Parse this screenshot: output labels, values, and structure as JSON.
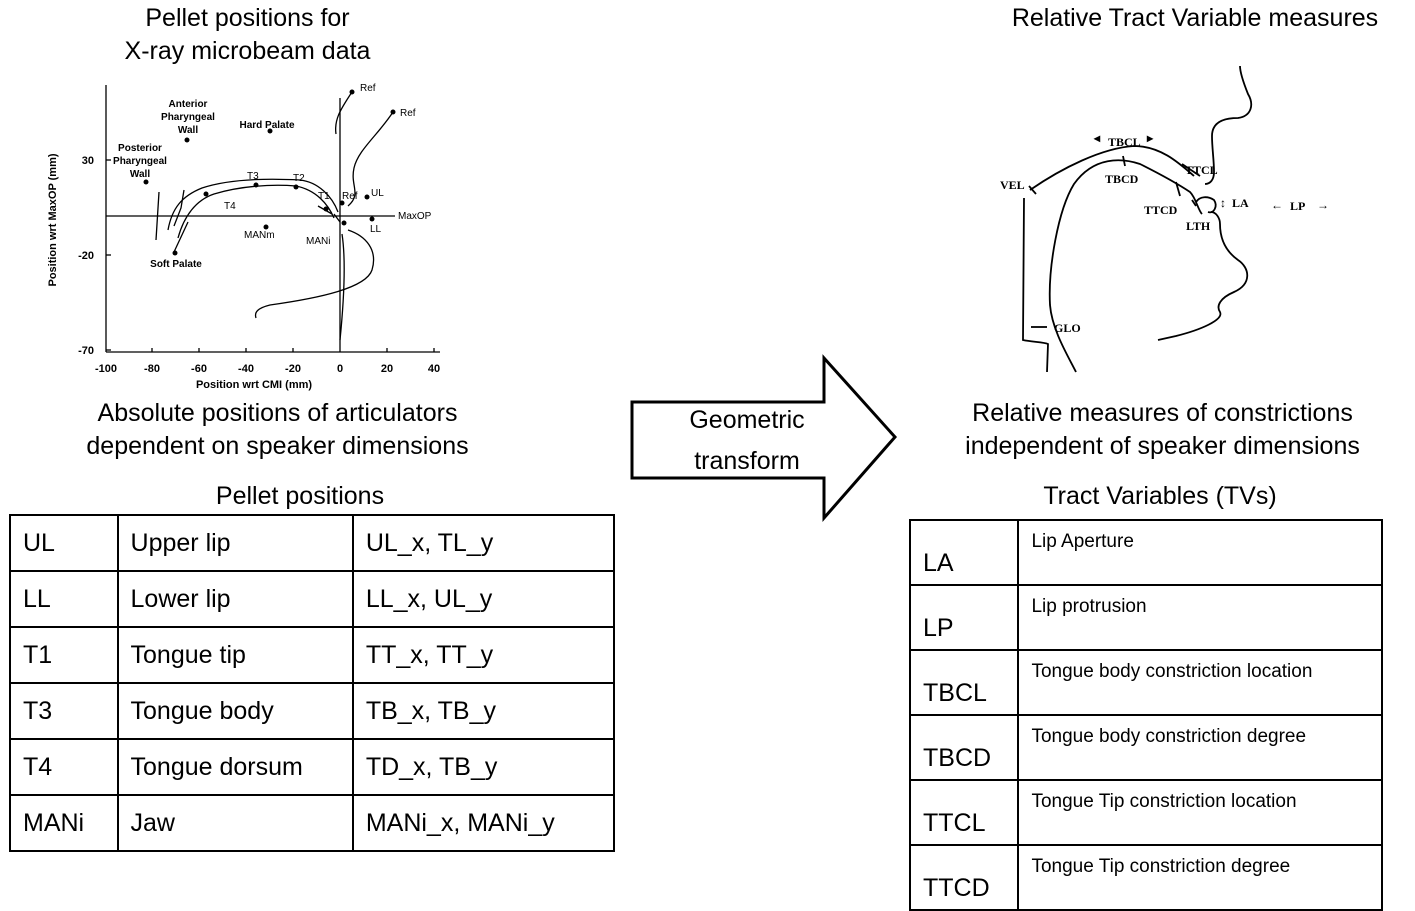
{
  "left": {
    "title": "Pellet positions for\nX-ray microbeam data",
    "plot": {
      "ylabel": "Position wrt MaxOP (mm)",
      "xlabel": "Position wrt CMI (mm)",
      "xticks": [
        "-100",
        "-80",
        "-60",
        "-40",
        "-20",
        "0",
        "20",
        "40"
      ],
      "yticks": [
        "30",
        "-20",
        "-70"
      ],
      "maxop_label": "MaxOP",
      "labels": {
        "anterior": "Anterior\nPharyngeal\nWall",
        "posterior": "Posterior\nPharyngeal\nWall",
        "hard_palate": "Hard Palate",
        "soft_palate": "Soft Palate",
        "t1": "T1",
        "t2": "T2",
        "t3": "T3",
        "t4": "T4",
        "ref1": "Ref",
        "ref2": "Ref",
        "ref3": "Ref",
        "ul": "UL",
        "ll": "LL",
        "mani": "MANi",
        "manm": "MANm"
      }
    },
    "caption": "Absolute positions of articulators\ndependent on speaker dimensions",
    "table_title": "Pellet positions",
    "table": [
      [
        "UL",
        "Upper lip",
        "UL_x, TL_y"
      ],
      [
        "LL",
        "Lower lip",
        "LL_x, UL_y"
      ],
      [
        "T1",
        "Tongue tip",
        "TT_x, TT_y"
      ],
      [
        "T3",
        "Tongue body",
        "TB_x, TB_y"
      ],
      [
        "T4",
        "Tongue dorsum",
        "TD_x, TB_y"
      ],
      [
        "MANi",
        "Jaw",
        "MANi_x, MANi_y"
      ]
    ]
  },
  "arrow": {
    "label": "Geometric\ntransform"
  },
  "right": {
    "title": "Relative Tract Variable measures",
    "diagram_labels": {
      "tbcl": "TBCL",
      "tbcd": "TBCD",
      "ttcl": "TTCL",
      "ttcd": "TTCD",
      "vel": "VEL",
      "la": "LA",
      "lp": "LP",
      "lth": "LTH",
      "glo": "GLO"
    },
    "caption": "Relative measures of constrictions\nindependent of speaker dimensions",
    "table_title": "Tract Variables (TVs)",
    "table": [
      [
        "LA",
        "Lip Aperture"
      ],
      [
        "LP",
        "Lip protrusion"
      ],
      [
        "TBCL",
        "Tongue body constriction location"
      ],
      [
        "TBCD",
        "Tongue body constriction degree"
      ],
      [
        "TTCL",
        "Tongue Tip constriction location"
      ],
      [
        "TTCD",
        "Tongue Tip constriction degree"
      ]
    ]
  }
}
